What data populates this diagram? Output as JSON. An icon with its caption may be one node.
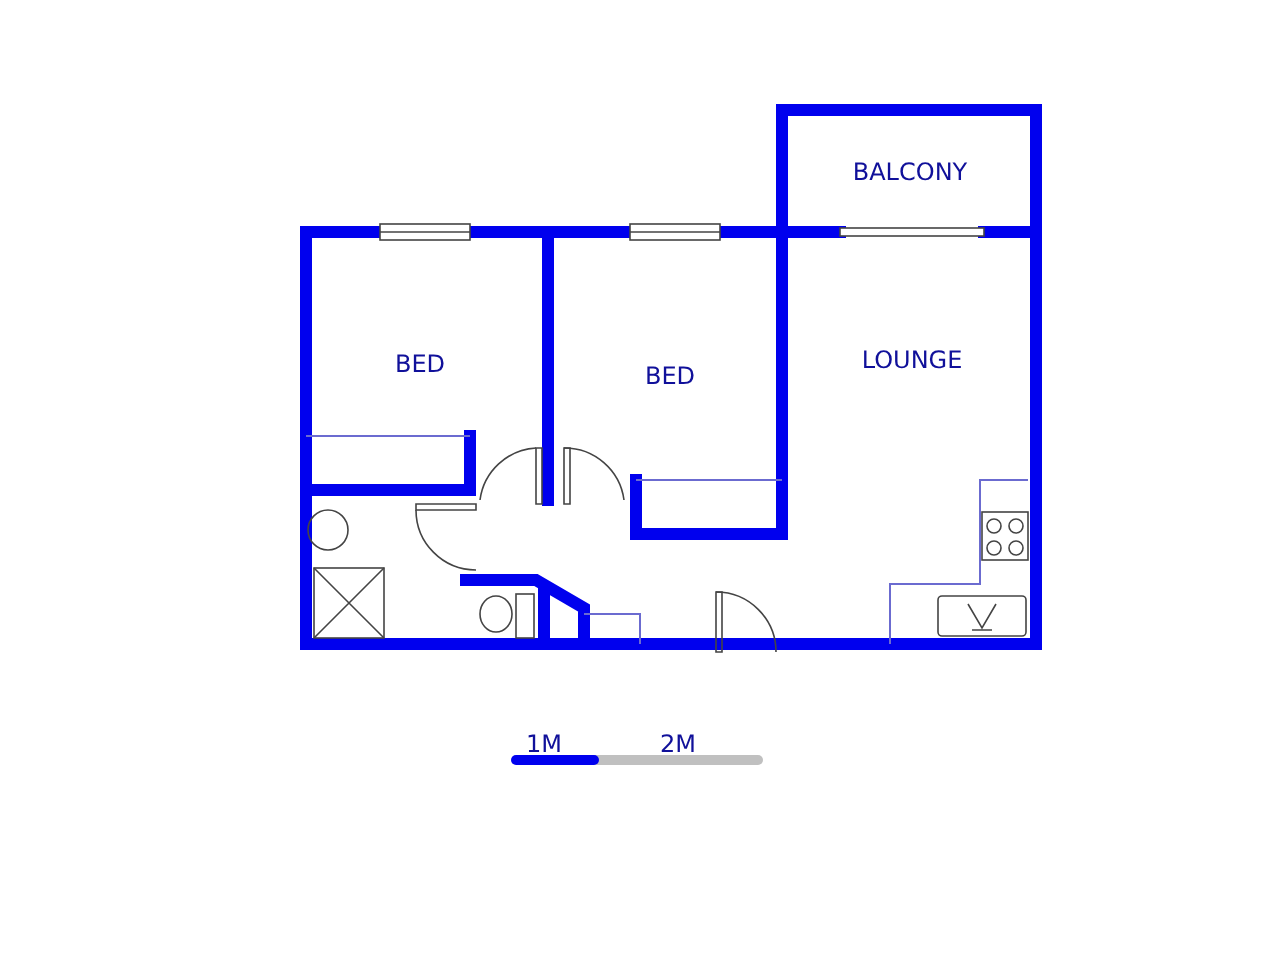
{
  "diagram": {
    "nodes": [
      {
        "text": [
          "BALCONY"
        ]
      },
      {
        "text": [
          "BED"
        ]
      },
      {
        "text": [
          "BED"
        ]
      },
      {
        "text": [
          "LOUNGE"
        ]
      }
    ],
    "labels": [
      "1M",
      "2M"
    ]
  }
}
